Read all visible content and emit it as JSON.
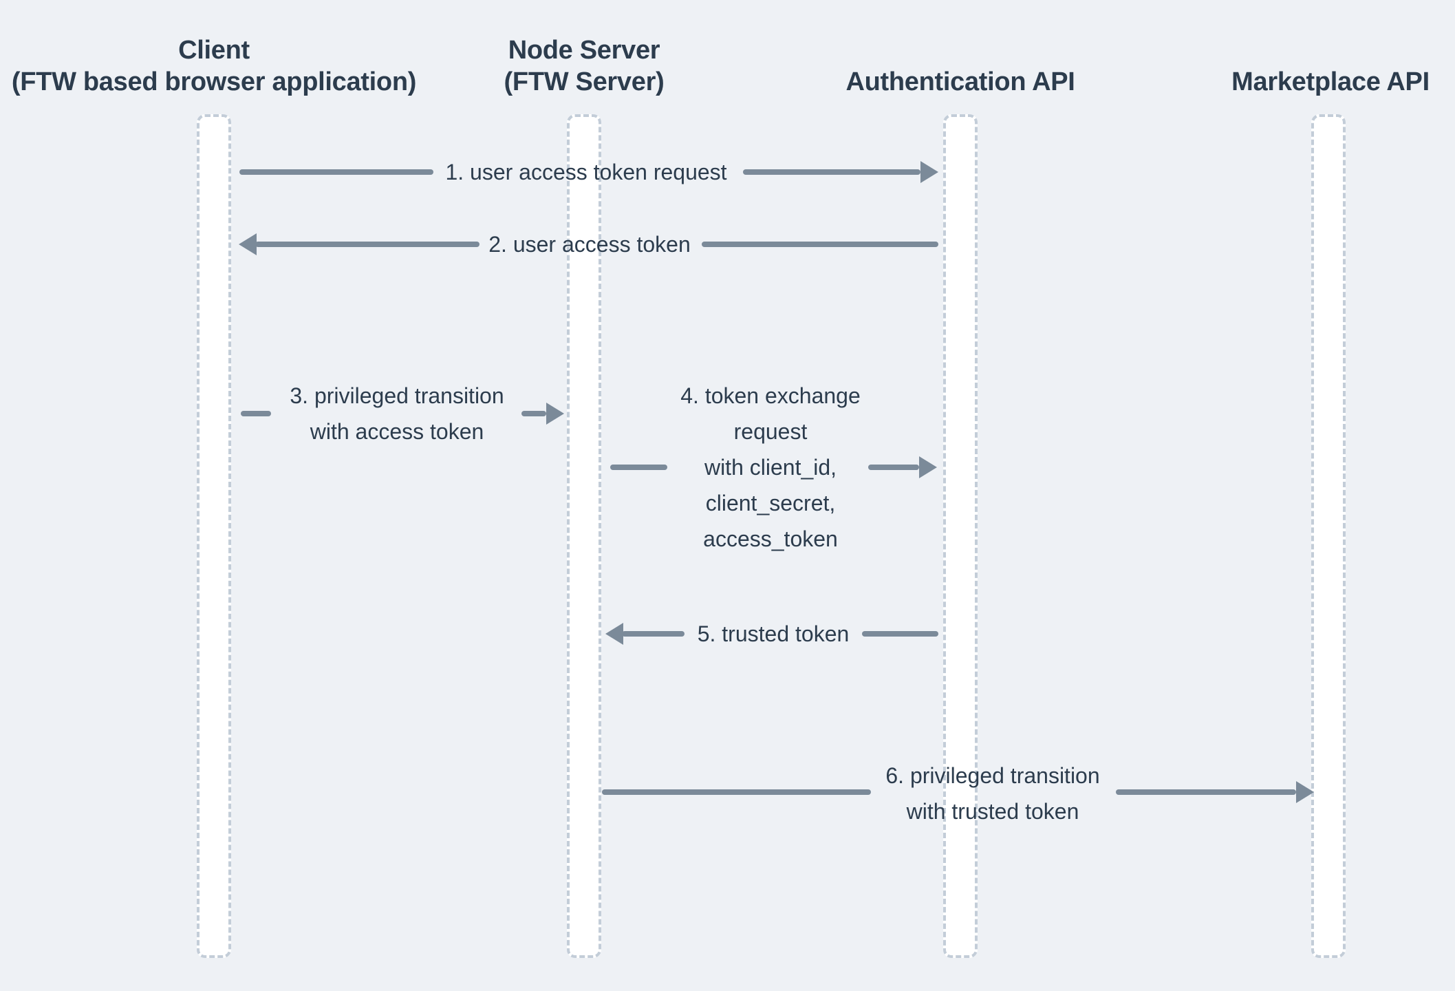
{
  "colors": {
    "background": "#eef1f5",
    "arrow": "#7b8a99",
    "text": "#2c3c4d",
    "lifeline_fill": "#ffffff",
    "lifeline_border": "#c3cdd8"
  },
  "actors": [
    {
      "name": "Client",
      "subtitle": "(FTW based browser application)"
    },
    {
      "name": "Node Server",
      "subtitle": "(FTW Server)"
    },
    {
      "name": "Authentication API",
      "subtitle": ""
    },
    {
      "name": "Marketplace API",
      "subtitle": ""
    }
  ],
  "messages": [
    {
      "from": "Client",
      "to": "Authentication API",
      "direction": "right",
      "lines": [
        "1. user access token request"
      ]
    },
    {
      "from": "Authentication API",
      "to": "Client",
      "direction": "left",
      "lines": [
        "2. user access token"
      ]
    },
    {
      "from": "Client",
      "to": "Node Server",
      "direction": "right",
      "lines": [
        "3. privileged transition",
        "with access token"
      ]
    },
    {
      "from": "Node Server",
      "to": "Authentication API",
      "direction": "right",
      "lines": [
        "4. token exchange",
        "request",
        "with client_id,",
        "client_secret,",
        "access_token"
      ]
    },
    {
      "from": "Authentication API",
      "to": "Node Server",
      "direction": "left",
      "lines": [
        "5. trusted token"
      ]
    },
    {
      "from": "Node Server",
      "to": "Marketplace API",
      "direction": "right",
      "lines": [
        "6. privileged transition",
        "with trusted token"
      ]
    }
  ]
}
